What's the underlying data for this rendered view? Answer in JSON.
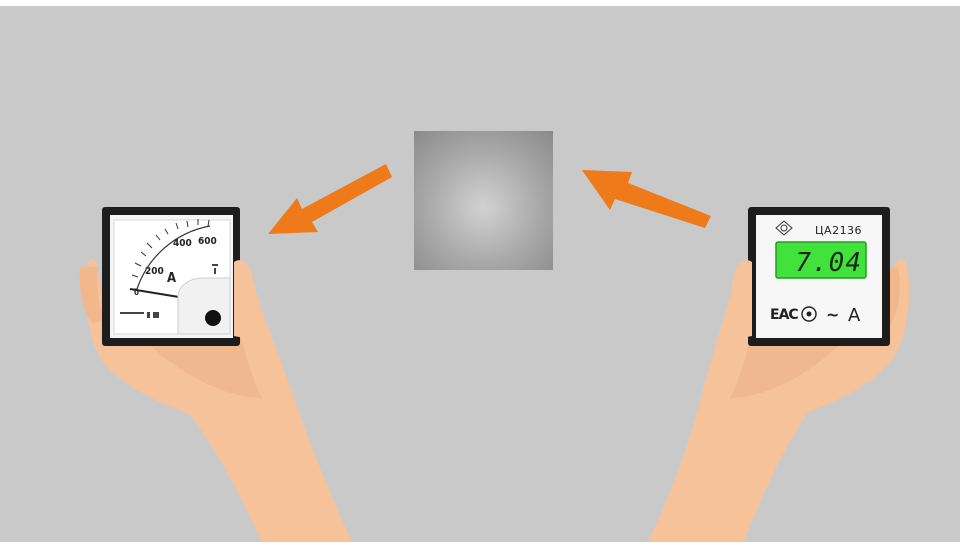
{
  "colors": {
    "background": "#c9c9c9",
    "arrow": "#ee7a1a",
    "skin": "#f6c29a",
    "lcd": "#42e23c"
  },
  "analog_meter": {
    "scale_labels": [
      "200",
      "400",
      "600"
    ],
    "zero_label": "0",
    "unit": "A",
    "needle_reading": 0
  },
  "digital_meter": {
    "model": "ЦА2136",
    "reading": "7.04",
    "marks": [
      "ЕАС",
      "~",
      "A"
    ]
  }
}
